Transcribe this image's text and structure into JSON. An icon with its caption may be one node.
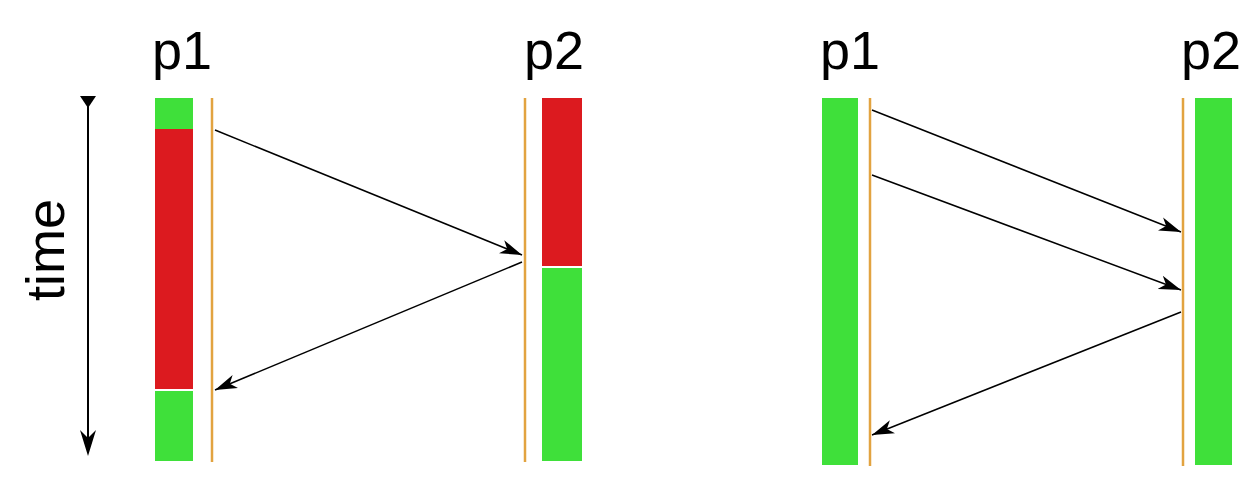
{
  "diagram": {
    "nodes": [
      {
        "text": [
          "p1"
        ]
      },
      {
        "text": [
          "p2"
        ]
      },
      {
        "text": [
          "p1"
        ]
      },
      {
        "text": [
          "p2"
        ]
      }
    ],
    "edges": [
      {
        "from": 0,
        "to": 1,
        "arrow": "to"
      },
      {
        "from": 1,
        "to": 0,
        "arrow": "to"
      },
      {
        "from": 2,
        "to": 3,
        "arrow": "to"
      },
      {
        "from": 2,
        "to": 3,
        "arrow": "to"
      },
      {
        "from": 3,
        "to": 2,
        "arrow": "to"
      }
    ],
    "labels": [
      "time"
    ]
  }
}
